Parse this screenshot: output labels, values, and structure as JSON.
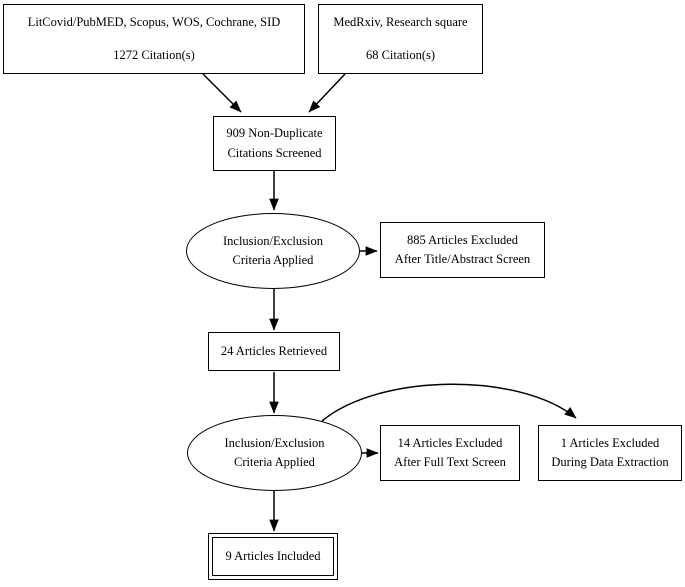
{
  "diagram": {
    "title": "PRISMA-style study selection flow diagram",
    "background_color": "#ffffff",
    "stroke_color": "#000000",
    "text_color": "#000000"
  },
  "nodes": {
    "sources_primary": {
      "shape": "rectangle",
      "line1": "LitCovid/PubMED, Scopus, WOS, Cochrane, SID",
      "line2": "1272 Citation(s)",
      "count": 1272
    },
    "sources_preprint": {
      "shape": "rectangle",
      "line1": "MedRxiv, Research square",
      "line2": "68 Citation(s)",
      "count": 68
    },
    "screened": {
      "shape": "rectangle",
      "line1": "909 Non-Duplicate",
      "line2": "Citations Screened",
      "count": 909
    },
    "criteria_title_abstract": {
      "shape": "ellipse",
      "line1": "Inclusion/Exclusion",
      "line2": "Criteria Applied"
    },
    "excluded_title_abstract": {
      "shape": "rectangle",
      "line1": "885 Articles Excluded",
      "line2": "After Title/Abstract Screen",
      "count": 885
    },
    "retrieved": {
      "shape": "rectangle",
      "line1": "24 Articles Retrieved",
      "count": 24
    },
    "criteria_full_text": {
      "shape": "ellipse",
      "line1": "Inclusion/Exclusion",
      "line2": "Criteria Applied"
    },
    "excluded_full_text": {
      "shape": "rectangle",
      "line1": "14 Articles Excluded",
      "line2": "After Full Text Screen",
      "count": 14
    },
    "excluded_data_extraction": {
      "shape": "rectangle",
      "line1": "1 Articles Excluded",
      "line2": "During Data Extraction",
      "count": 1
    },
    "included": {
      "shape": "double-rectangle",
      "line1": "9 Articles Included",
      "count": 9
    }
  },
  "edges": [
    {
      "name": "sources-primary-to-screened",
      "from": "sources_primary",
      "to": "screened",
      "style": "straight-arrow"
    },
    {
      "name": "sources-preprint-to-screened",
      "from": "sources_preprint",
      "to": "screened",
      "style": "straight-arrow"
    },
    {
      "name": "screened-to-criteria-title-abstract",
      "from": "screened",
      "to": "criteria_title_abstract",
      "style": "straight-arrow"
    },
    {
      "name": "criteria-title-abstract-to-excluded",
      "from": "criteria_title_abstract",
      "to": "excluded_title_abstract",
      "style": "straight-arrow"
    },
    {
      "name": "criteria-title-abstract-to-retrieved",
      "from": "criteria_title_abstract",
      "to": "retrieved",
      "style": "straight-arrow"
    },
    {
      "name": "retrieved-to-criteria-full-text",
      "from": "retrieved",
      "to": "criteria_full_text",
      "style": "straight-arrow"
    },
    {
      "name": "criteria-full-text-to-excluded-full-text",
      "from": "criteria_full_text",
      "to": "excluded_full_text",
      "style": "straight-arrow"
    },
    {
      "name": "criteria-full-text-to-excluded-data-extraction",
      "from": "criteria_full_text",
      "to": "excluded_data_extraction",
      "style": "curved-arrow"
    },
    {
      "name": "criteria-full-text-to-included",
      "from": "criteria_full_text",
      "to": "included",
      "style": "straight-arrow"
    }
  ]
}
